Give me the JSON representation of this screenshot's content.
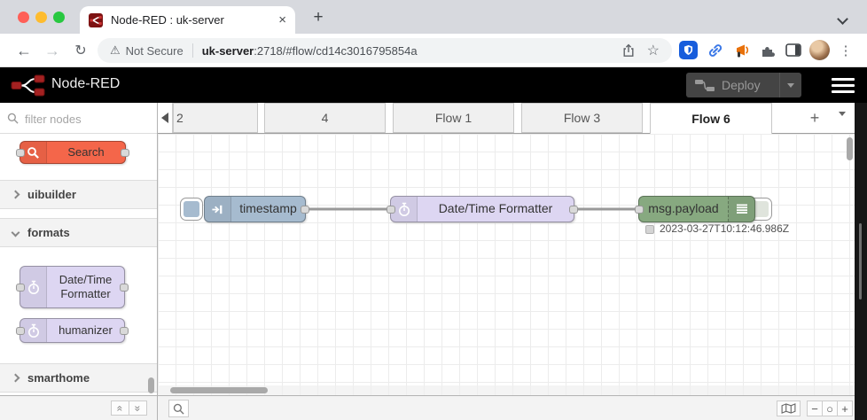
{
  "browser": {
    "tab": {
      "title": "Node-RED : uk-server",
      "close_glyph": "×"
    },
    "new_tab_glyph": "+",
    "back_glyph": "←",
    "forward_glyph": "→",
    "reload_glyph": "↻",
    "security_warning_glyph": "⚠",
    "security_label": "Not Secure",
    "url_host": "uk-server",
    "url_path": ":2718/#flow/cd14c3016795854a",
    "star_glyph": "☆",
    "overflow_glyph": "⋮"
  },
  "header": {
    "title": "Node-RED",
    "deploy": {
      "label": "Deploy"
    }
  },
  "palette": {
    "filter_placeholder": "filter nodes",
    "search_node": {
      "label": "Search"
    },
    "categories": [
      {
        "label": "uibuilder",
        "state": "collapsed"
      },
      {
        "label": "formats",
        "state": "expanded"
      },
      {
        "label": "smarthome",
        "state": "collapsed"
      }
    ],
    "formats_nodes": [
      {
        "label": "Date/Time Formatter"
      },
      {
        "label": "humanizer"
      }
    ],
    "collapse_all_glyph": "«",
    "expand_all_glyph": "»"
  },
  "workspace": {
    "tabs": [
      {
        "label": "2"
      },
      {
        "label": "4"
      },
      {
        "label": "Flow 1"
      },
      {
        "label": "Flow 3"
      },
      {
        "label": "Flow 6"
      }
    ],
    "active_tab": "Flow 6",
    "add_tab_glyph": "+",
    "nodes": [
      {
        "type": "inject",
        "label": "timestamp"
      },
      {
        "type": "datetime-formatter",
        "label": "Date/Time Formatter"
      },
      {
        "type": "debug",
        "label": "msg.payload"
      }
    ],
    "debug_status": "2023-03-27T10:12:46.986Z"
  },
  "footer": {
    "zoom_out_glyph": "−",
    "zoom_reset_glyph": "○",
    "zoom_in_glyph": "+"
  },
  "colors": {
    "tabstrip_bg": "#d7d9de",
    "omnibox_bg": "#f1f3f4",
    "chrome_icon": "#5f6368",
    "traffic_red": "#ff5f57",
    "traffic_yellow": "#febc2e",
    "traffic_green": "#28c840",
    "header_bg": "#000000",
    "deploy_bg": "#444444",
    "deploy_text": "#999999",
    "bitwarden_blue": "#175ddc",
    "link_blue": "#3b78e7",
    "megaphone_orange": "#e8710a",
    "logo_red": "#a32121",
    "node_inject": "#a6bbcf",
    "node_formatter": "#ddd6f2",
    "node_debug": "#87a980",
    "node_search": "#f4664a",
    "wire": "#999999"
  }
}
